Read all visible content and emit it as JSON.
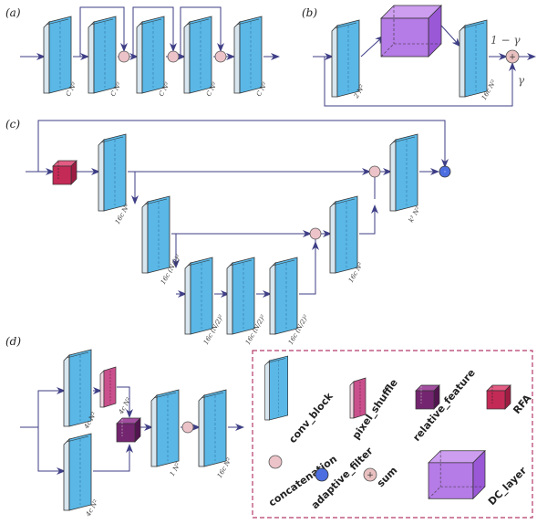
{
  "panels": {
    "a": "(a)",
    "b": "(b)",
    "c": "(c)",
    "d": "(d)"
  },
  "panel_a": {
    "labels": [
      "C N²",
      "C N²",
      "C N²",
      "C N²",
      "C N²"
    ]
  },
  "panel_b": {
    "labels": [
      "2 N²",
      "16c N²"
    ],
    "one_minus_gamma": "1 − γ",
    "gamma": "γ"
  },
  "panel_c": {
    "labels": [
      "16c N²",
      "16c (N/2)²",
      "16c (N/2)²",
      "16c (N/2)²",
      "16c (N/2)²",
      "16c N²",
      "k² N²"
    ]
  },
  "panel_d": {
    "labels": [
      "4c N²",
      "4c N²",
      "4c N²",
      "1 N²",
      "16c N²"
    ]
  },
  "legend": {
    "conv_block": "conv_block",
    "pixel_shuffle": "pixel_shuffle",
    "relative_feature": "relative_feature",
    "rfa": "RFA",
    "concatenation": "concatenation",
    "adaptive_filter": "adaptive_filter",
    "sum": "sum",
    "dc_layer": "DC_layer"
  },
  "colors": {
    "conv_block": "#5ab7e6",
    "pixel_shuffle": "#c9508c",
    "relative_feature": "#73256f",
    "rfa": "#c32a56",
    "dc_layer": "#b57be6",
    "concatenation": "#ecc3c8",
    "adaptive_filter": "#4c6ee0",
    "sum": "#e9c0c0",
    "arrow": "#3e3e86",
    "legend_border": "#b53a6a"
  }
}
